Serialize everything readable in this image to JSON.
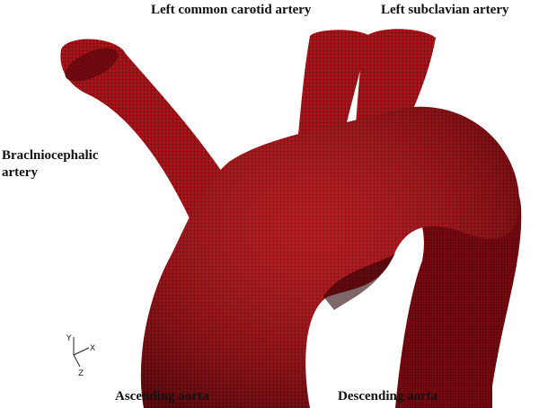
{
  "labels": {
    "left_common_carotid": "Left common carotid artery",
    "left_subclavian": "Left subclavian artery",
    "brachiocephalic_line1": "Braclniocephalic",
    "brachiocephalic_line2": "artery",
    "ascending_aorta": "Ascending aorta",
    "descending_aorta": "Descending aorta"
  },
  "axes": {
    "y": "Y",
    "x": "X",
    "z": "Z"
  },
  "colors": {
    "mesh_fill": "#b0121a",
    "mesh_line": "#3a0006",
    "mesh_highlight": "#e0303a"
  }
}
